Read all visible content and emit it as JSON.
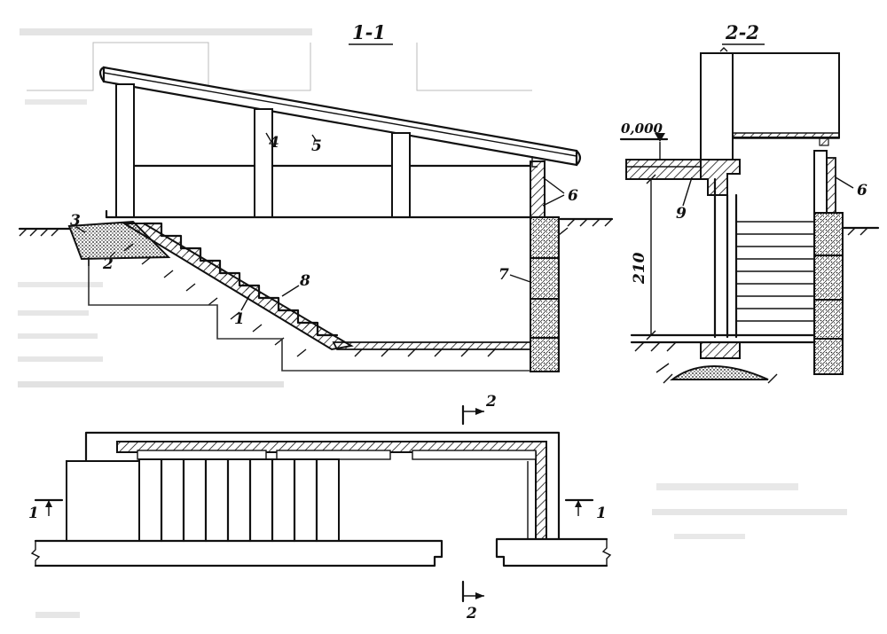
{
  "sections": {
    "section_1_1": "1-1",
    "section_2_2": "2-2"
  },
  "level_mark": "0,000",
  "dimension": "210",
  "callouts": {
    "c1": "1",
    "c2": "2",
    "c3": "3",
    "c4": "4",
    "c5": "5",
    "c6a": "6",
    "c6b": "6",
    "c7": "7",
    "c8": "8",
    "c9": "9"
  },
  "plan_marks": {
    "cut1_left": "1",
    "cut1_right": "1",
    "cut2_top": "2",
    "cut2_bottom": "2"
  },
  "colors": {
    "ink": "#111111",
    "paper": "#ffffff",
    "ghost": "#c8c8c8"
  }
}
